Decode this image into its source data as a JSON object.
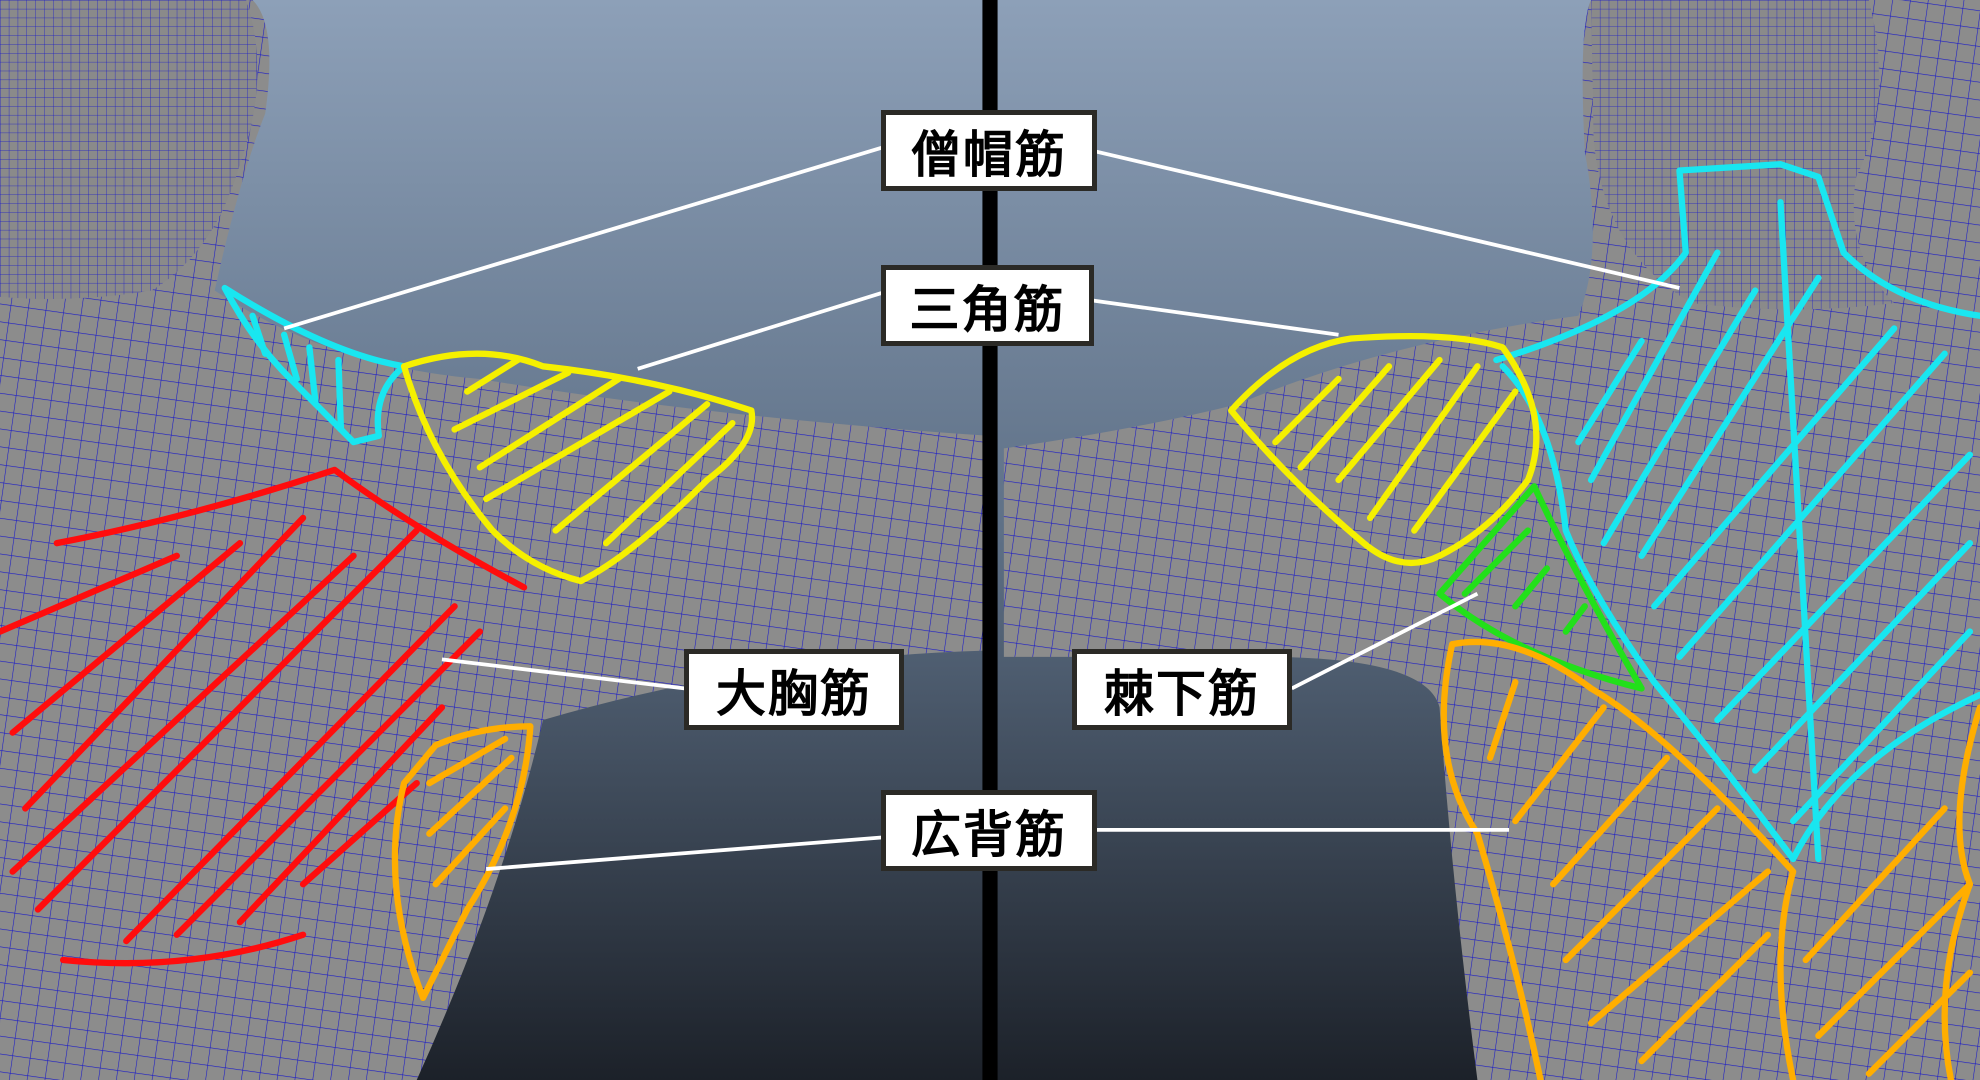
{
  "labels": {
    "trapezius": "僧帽筋",
    "deltoid": "三角筋",
    "pectoralis_major": "大胸筋",
    "infraspinatus": "棘下筋",
    "latissimus_dorsi": "広背筋"
  },
  "colors": {
    "trapezius": "#19e6f0",
    "deltoid": "#f5f000",
    "pectoralis_major": "#ff0d0d",
    "infraspinatus": "#22e01a",
    "latissimus_dorsi": "#ffae00",
    "mesh_wire": "#1a1ac8",
    "skin": "#8f8f8f"
  }
}
